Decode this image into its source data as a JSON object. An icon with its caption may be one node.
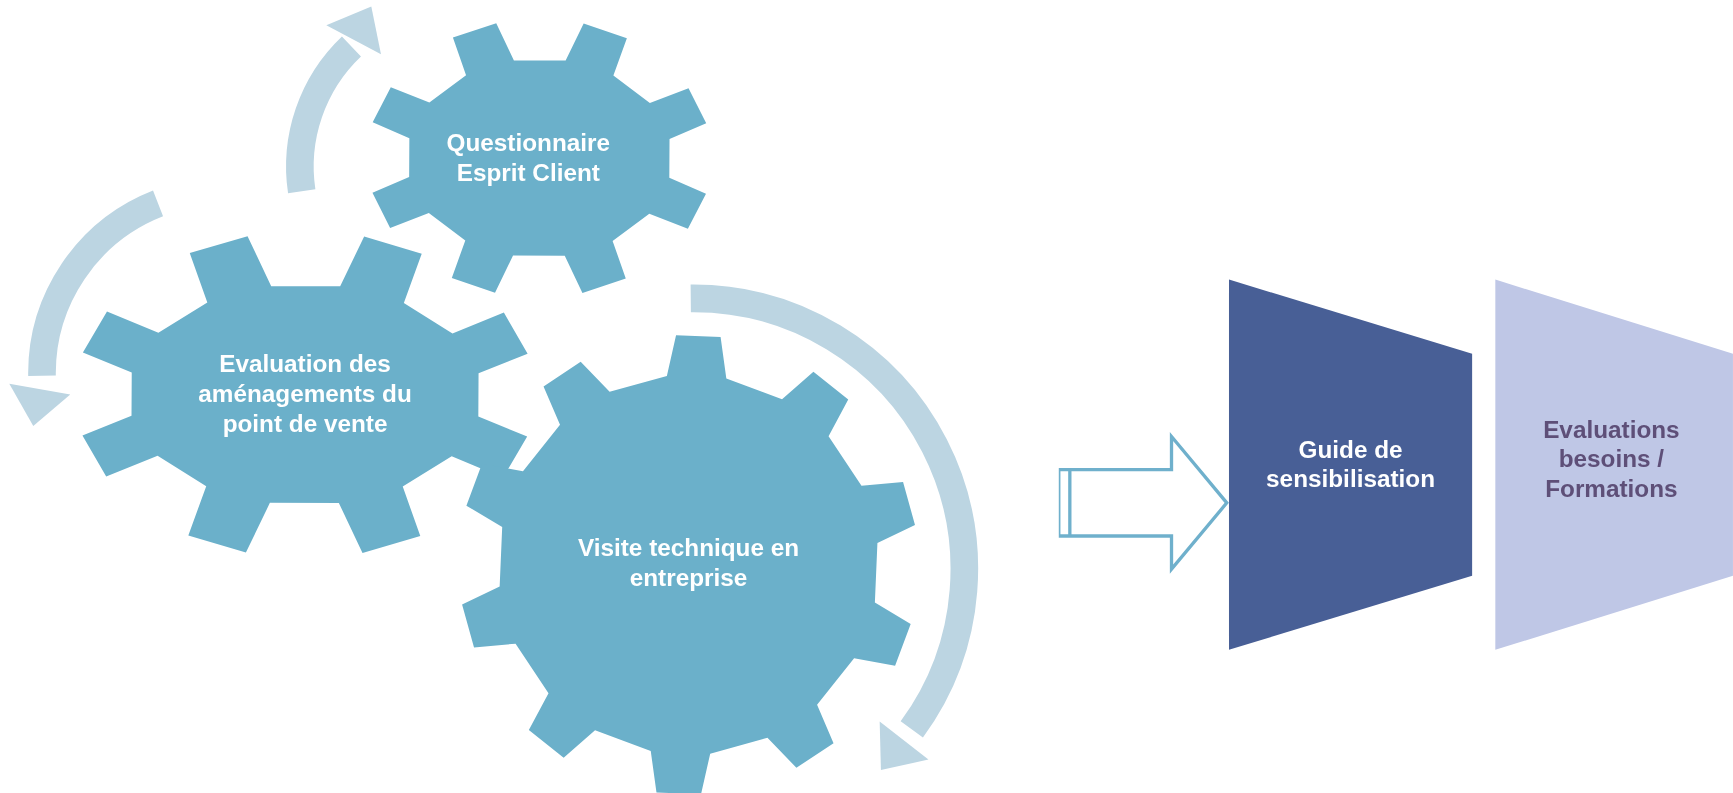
{
  "diagram": {
    "nodes": [
      {
        "text": [
          "Questionnaire Esprit Client"
        ]
      },
      {
        "text": [
          "Evaluation des aménagements du point de vente"
        ]
      },
      {
        "text": [
          "Visite technique en entreprise"
        ]
      },
      {
        "text": [
          "Guide de sensibilisation"
        ]
      },
      {
        "text": [
          "Evaluations besoins / Formations"
        ]
      }
    ],
    "edges": [
      {
        "from": null,
        "to": 3,
        "arrow": "to"
      }
    ]
  }
}
